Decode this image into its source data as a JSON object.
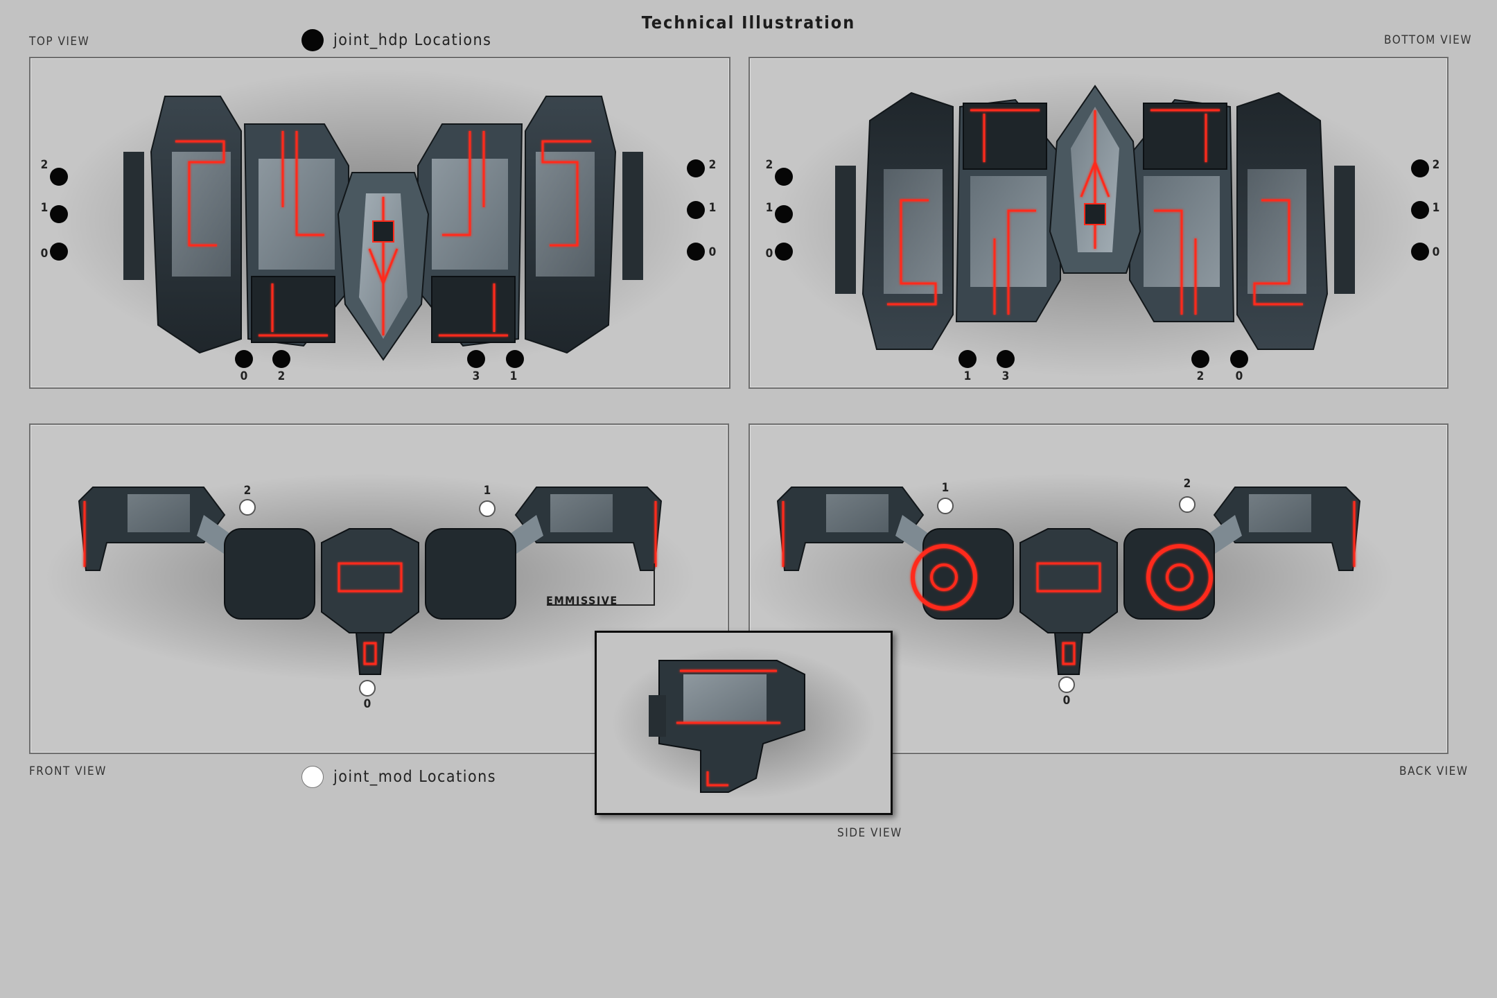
{
  "title": "Technical Illustration",
  "views": {
    "top": "TOP VIEW",
    "bottom": "BOTTOM VIEW",
    "front": "FRONT VIEW",
    "back": "BACK VIEW",
    "side": "SIDE  VIEW"
  },
  "legend": {
    "hdp": "joint_hdp Locations",
    "mod": "joint_mod Locations"
  },
  "callout": {
    "emissive": "EMMISSIVE"
  },
  "markers": {
    "top": {
      "left": [
        "2",
        "1",
        "0"
      ],
      "right": [
        "2",
        "1",
        "0"
      ],
      "bottom": [
        "0",
        "2",
        "3",
        "1"
      ]
    },
    "bottom": {
      "left": [
        "2",
        "1",
        "0"
      ],
      "right": [
        "2",
        "1",
        "0"
      ],
      "bottom": [
        "1",
        "3",
        "2",
        "0"
      ]
    },
    "front": [
      "2",
      "1",
      "0"
    ],
    "back": [
      "1",
      "2",
      "0"
    ]
  },
  "colors": {
    "background": "#c2c2c2",
    "hull_dark": "#2b343b",
    "hull_light": "#9aa5ad",
    "emissive": "#ff2a1a"
  }
}
